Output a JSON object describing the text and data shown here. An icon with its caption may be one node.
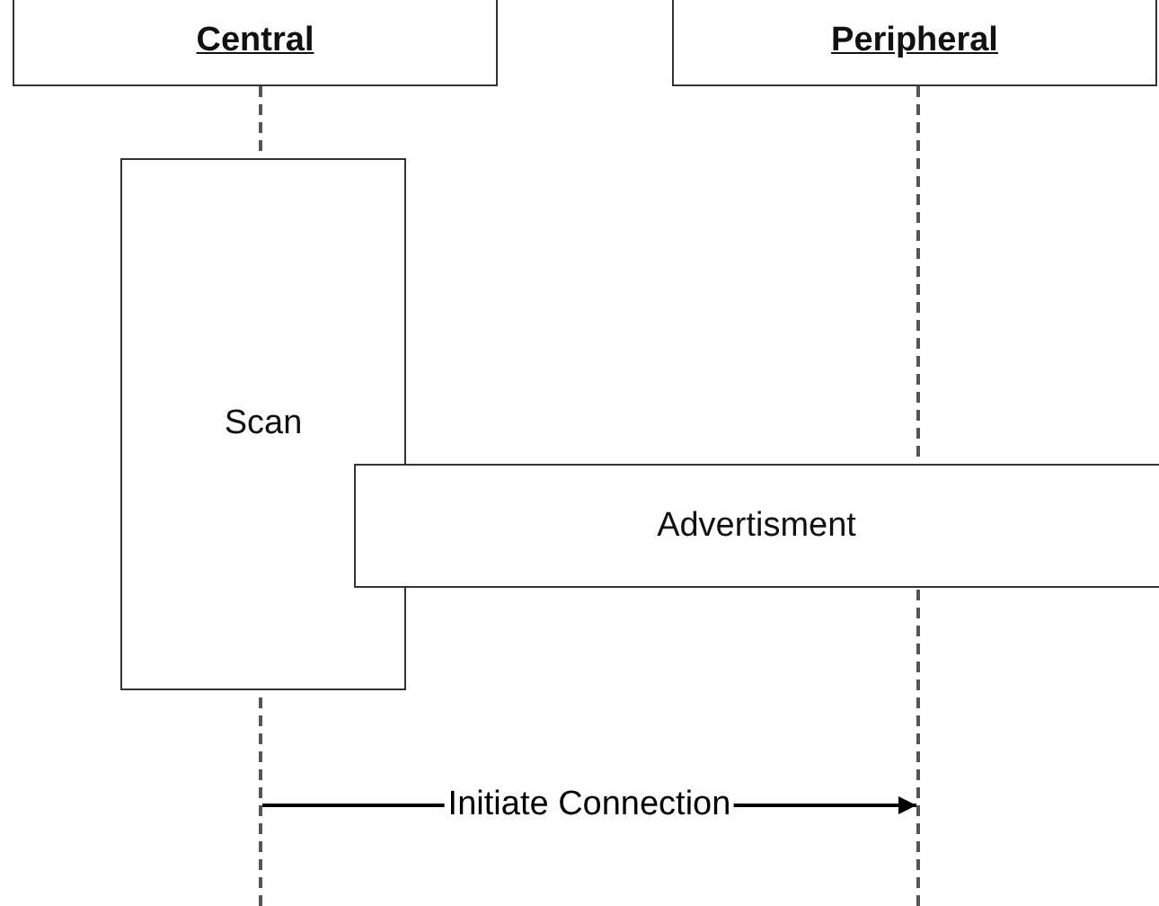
{
  "diagram": {
    "nodes": [
      {
        "text": [
          "Central"
        ]
      },
      {
        "text": [
          "Peripheral"
        ]
      },
      {
        "text": [],
        "shape": "line"
      },
      {
        "text": [],
        "shape": "line"
      },
      {
        "text": [
          "Scan"
        ]
      },
      {
        "text": [
          "Advertisment"
        ]
      }
    ],
    "edges": [
      {
        "from": 2,
        "to": 3,
        "arrow": "to",
        "label": "Initiate Connection"
      }
    ]
  }
}
